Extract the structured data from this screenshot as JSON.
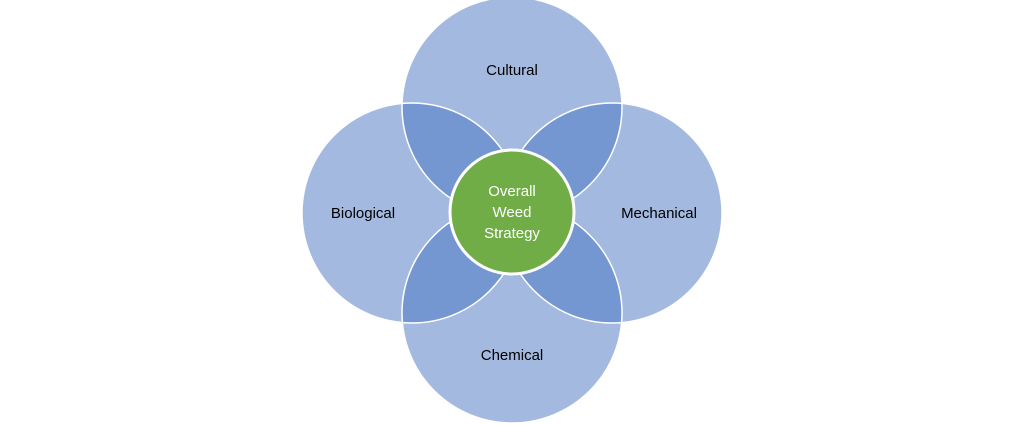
{
  "diagram": {
    "center": {
      "lines": [
        "Overall",
        "Weed",
        "Strategy"
      ]
    },
    "circles": {
      "top": "Cultural",
      "left": "Biological",
      "right": "Mechanical",
      "bottom": "Chemical"
    }
  },
  "colors": {
    "circle_fill": "#a3b9e0",
    "overlap_fill": "#7597d1",
    "circle_stroke": "#ffffff",
    "center_fill": "#70ad47",
    "center_stroke": "#ffffff"
  }
}
